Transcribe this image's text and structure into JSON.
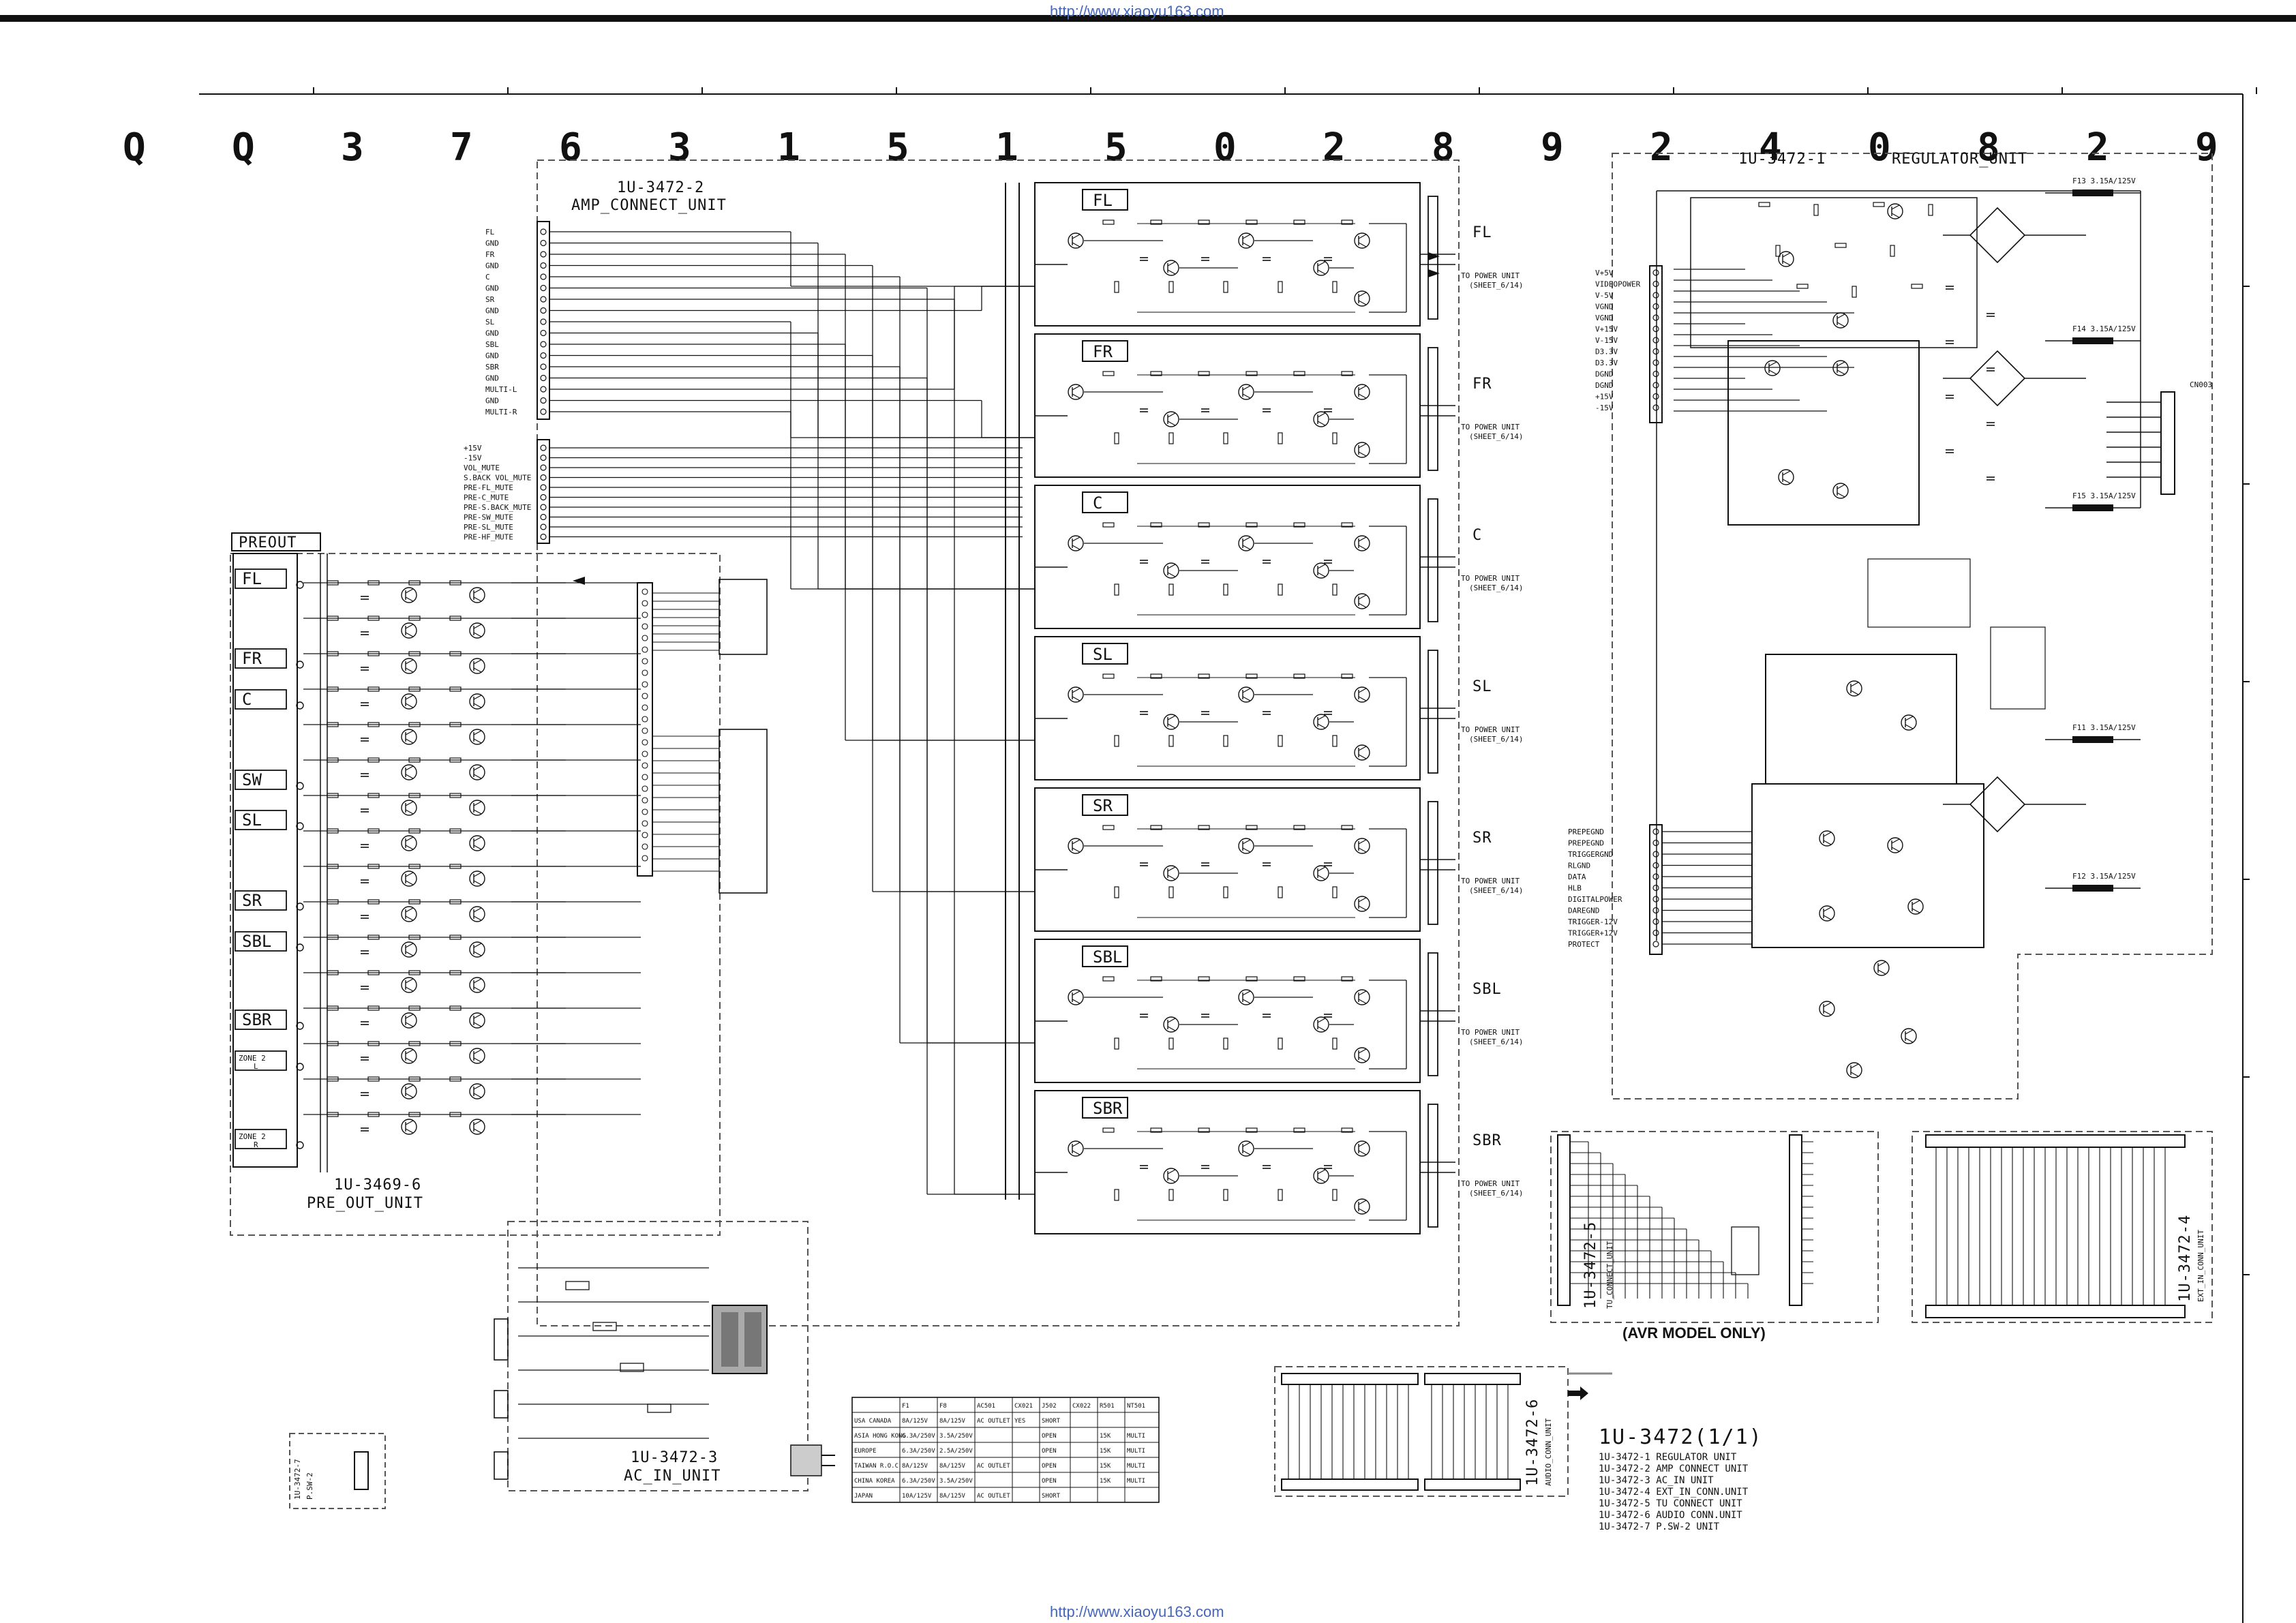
{
  "header": {
    "url_top": "http://www.xiaoyu163.com",
    "url_bottom": "http://www.xiaoyu163.com"
  },
  "units": {
    "amp_connect": {
      "id": "1U-3472-2",
      "name": "AMP_CONNECT_UNIT"
    },
    "regulator": {
      "id": "1U-3472-1",
      "name": "REGULATOR_UNIT"
    },
    "pre_out": {
      "id": "1U-3469-6",
      "name": "PRE_OUT_UNIT",
      "title": "PREOUT"
    },
    "ac_in": {
      "id": "1U-3472-3",
      "name": "AC_IN_UNIT"
    },
    "tu_connect": {
      "id": "1U-3472-5",
      "name": "TU_CONNECT_UNIT"
    },
    "ext_in": {
      "id": "1U-3472-4",
      "name": "EXT_IN_CONN_UNIT"
    },
    "audio_conn": {
      "id": "1U-3472-6",
      "name": "AUDIO_CONN_UNIT"
    },
    "psw": {
      "id": "1U-3472-7",
      "name": "P.SW-2"
    }
  },
  "amp_channels": [
    "FL",
    "FR",
    "C",
    "SL",
    "SR",
    "SBL",
    "SBR"
  ],
  "preout_channels": [
    "FL",
    "FR",
    "C",
    "SW",
    "SL",
    "SR",
    "SBL",
    "SBR",
    "ZONE 2 L",
    "ZONE 2 R"
  ],
  "side_channel_labels": [
    "FL",
    "FR",
    "C",
    "SL",
    "SR",
    "SBL",
    "SBR"
  ],
  "to_power_unit": "TO POWER UNIT",
  "sheet_ref": "(SHEET_6/14)",
  "amp_connector_pins": [
    "FL",
    "GND",
    "FR",
    "GND",
    "C",
    "GND",
    "SR",
    "GND",
    "SL",
    "GND",
    "SBL",
    "GND",
    "SBR",
    "GND",
    "MULTI-L",
    "GND",
    "MULTI-R"
  ],
  "mute_pins": [
    "+15V",
    "-15V",
    "VOL_MUTE",
    "S.BACK VOL_MUTE",
    "PRE-FL_MUTE",
    "PRE-C_MUTE",
    "PRE-S.BACK_MUTE",
    "PRE-SW_MUTE",
    "PRE-SL_MUTE",
    "PRE-HF_MUTE"
  ],
  "regulator_pins": [
    "V+5V",
    "VIDEOPOWER",
    "V-5V",
    "VGND",
    "VGND",
    "V+15V",
    "V-15V",
    "D3.3V",
    "D3.3V",
    "DGND",
    "DGND",
    "+15V",
    "-15V"
  ],
  "trigger_pins": [
    "PREPEGND",
    "PREPEGND",
    "TRIGGERGND",
    "RLGND",
    "DATA",
    "HLB",
    "DIGITALPOWER",
    "DAREGND",
    "TRIGGER-12V",
    "TRIGGER+12V",
    "PROTECT"
  ],
  "fuse_labels": [
    "F13 3.15A/125V",
    "F14 3.15A/125V",
    "F15 3.15A/125V",
    "F11 3.15A/125V",
    "F12 3.15A/125V"
  ],
  "right_connector": "CN003",
  "avr_note": "(AVR MODEL ONLY)",
  "legend_title": "1U-3472(1/1)",
  "legend_items": [
    "1U-3472-1 REGULATOR UNIT",
    "1U-3472-2 AMP CONNECT UNIT",
    "1U-3472-3 AC_IN UNIT",
    "1U-3472-4 EXT_IN_CONN.UNIT",
    "1U-3472-5 TU CONNECT UNIT",
    "1U-3472-6 AUDIO CONN.UNIT",
    "1U-3472-7 P.SW-2 UNIT"
  ],
  "region_table": {
    "headers": [
      "",
      "F1",
      "F8",
      "AC501",
      "CX021",
      "J502",
      "CX022",
      "R501",
      "NT501"
    ],
    "rows": [
      [
        "USA CANADA",
        "8A/125V",
        "8A/125V",
        "AC OUTLET",
        "YES",
        "SHORT",
        "",
        "",
        ""
      ],
      [
        "ASIA HONG KONG",
        "6.3A/250V",
        "3.5A/250V",
        "",
        "",
        "OPEN",
        "",
        "15K",
        "MULTI"
      ],
      [
        "EUROPE",
        "6.3A/250V",
        "2.5A/250V",
        "",
        "",
        "OPEN",
        "",
        "15K",
        "MULTI"
      ],
      [
        "TAIWAN R.O.C",
        "8A/125V",
        "8A/125V",
        "AC OUTLET",
        "",
        "OPEN",
        "",
        "15K",
        "MULTI"
      ],
      [
        "CHINA KOREA",
        "6.3A/250V",
        "3.5A/250V",
        "",
        "",
        "OPEN",
        "",
        "15K",
        "MULTI"
      ],
      [
        "JAPAN",
        "10A/125V",
        "8A/125V",
        "AC OUTLET",
        "",
        "SHORT",
        "",
        "",
        ""
      ]
    ]
  },
  "grid_letters": [
    "Q",
    "Q",
    "3",
    "7",
    "6",
    "3",
    "1",
    "5",
    "1",
    "5",
    "0",
    "2",
    "8",
    "9",
    "2",
    "4",
    "0",
    "8",
    "2",
    "9"
  ],
  "colors": {
    "line": "#111111",
    "watermark": "#e8e8e8",
    "url": "#4466bb",
    "accent_red": "#d01010"
  }
}
